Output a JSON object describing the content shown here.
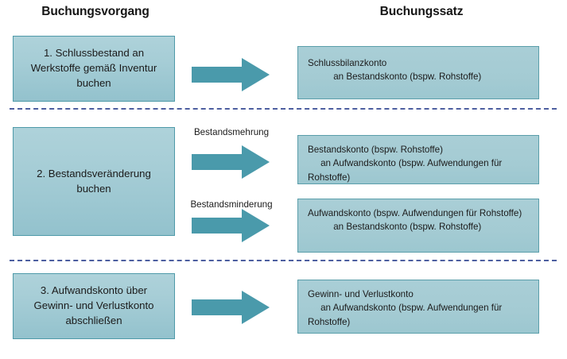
{
  "headers": {
    "left": "Buchungsvorgang",
    "right": "Buchungssatz"
  },
  "colors": {
    "arrow": "#4a9aab",
    "box_border": "#4f9aa9",
    "box_fill_top": "#aed2da",
    "box_fill_bottom": "#93c2cd",
    "entry_fill": "#a4cbd3",
    "separator": "#4d5fa0",
    "text": "#1b1b1b"
  },
  "steps": [
    {
      "process": "1. Schlussbestand an Werkstoffe gemäß Inventur buchen",
      "arrow_caption": "",
      "entry": "Schlussbilanzkonto\n          an Bestandskonto (bspw. Rohstoffe)"
    },
    {
      "process": "2. Bestandsveränderung buchen",
      "arrow_caption_a": "Bestandsmehrung",
      "entry_a": "Bestandskonto (bspw. Rohstoffe)\n     an Aufwandskonto (bspw. Aufwendungen für Rohstoffe)",
      "arrow_caption_b": "Bestandsminderung",
      "entry_b": "Aufwandskonto (bspw. Aufwendungen für Rohstoffe)\n          an Bestandskonto (bspw. Rohstoffe)"
    },
    {
      "process": "3. Aufwandskonto über Gewinn- und Verlustkonto abschließen",
      "arrow_caption": "",
      "entry": "Gewinn- und Verlustkonto\n     an Aufwandskonto (bspw. Aufwendungen für Rohstoffe)"
    }
  ]
}
